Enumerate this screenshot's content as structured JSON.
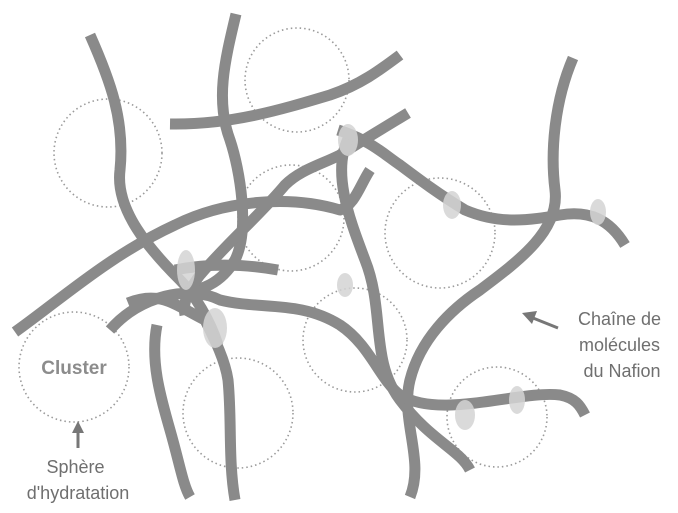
{
  "diagram": {
    "cluster_label": "Cluster",
    "chain_label": [
      "Chaîne de",
      "molécules",
      "du Nafion"
    ],
    "sphere_label": [
      "Sphère",
      "d'hydratation"
    ],
    "colors": {
      "chain": "#8a8a8a",
      "cluster_outline": "#9a9a9a",
      "text": "#6f6f6f"
    }
  }
}
